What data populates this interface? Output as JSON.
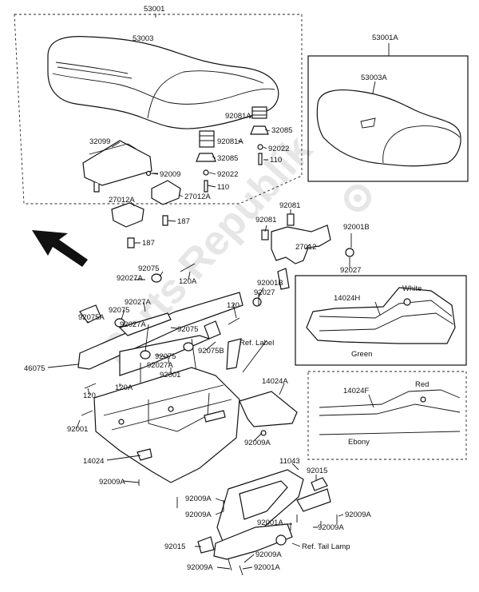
{
  "parts": {
    "p53001": "53001",
    "p53003": "53003",
    "p53001A": "53001A",
    "p53003A": "53003A",
    "p32099": "32099",
    "p92009": "92009",
    "p92081A": "92081A",
    "p32085_top": "32085",
    "p92081A_2": "92081A",
    "p92022_1": "92022",
    "p110_1": "110",
    "p32085_2": "32085",
    "p92022_2": "92022",
    "p110_2": "110",
    "p27012A_1": "27012A",
    "p27012A_2": "27012A",
    "p187_1": "187",
    "p187_2": "187",
    "p92081_1": "92081",
    "p92081_2": "92081",
    "p92001B_1": "92001B",
    "p27012": "27012",
    "p92027_1": "92027",
    "p92075_1": "92075",
    "p92027A_1": "92027A",
    "p120A_1": "120A",
    "p92001B_2": "92001B",
    "p92027_2": "92027",
    "p92027A_2": "92027A",
    "p120_1": "120",
    "p92075_2": "92075",
    "p92075A": "92075A",
    "p92027A_3": "92027A",
    "p92075_3": "92075",
    "p92075B": "92075B",
    "p92075_4": "92075",
    "p92027A_4": "92027A",
    "p92001_1": "92001",
    "p46075": "46075",
    "p120A_2": "120A",
    "p120_2": "120",
    "p92001_2": "92001",
    "p14024H": "14024H",
    "p14024A": "14024A",
    "p14024F": "14024F",
    "p92009A_1": "92009A",
    "p14024": "14024",
    "p92009A_2": "92009A",
    "p11043": "11043",
    "p92015_1": "92015",
    "p92009A_3": "92009A",
    "p92009A_4": "92009A",
    "p92009A_5": "92009A",
    "p92001A_1": "92001A",
    "p92009A_6": "92009A",
    "p92015_2": "92015",
    "p92009A_7": "92009A",
    "p92009A_8": "92009A",
    "p92001A_2": "92001A"
  },
  "labels": {
    "white": "White",
    "green": "Green",
    "red": "Red",
    "ebony": "Ebony",
    "ref_label": "Ref. Label",
    "ref_tail_lamp": "Ref. Tail Lamp"
  },
  "watermark": "Parts Republik",
  "icons": {
    "arrow": "front-direction-arrow-icon",
    "gear": "gear-watermark-icon"
  },
  "colors": {
    "line": "#111111",
    "background": "#ffffff"
  }
}
